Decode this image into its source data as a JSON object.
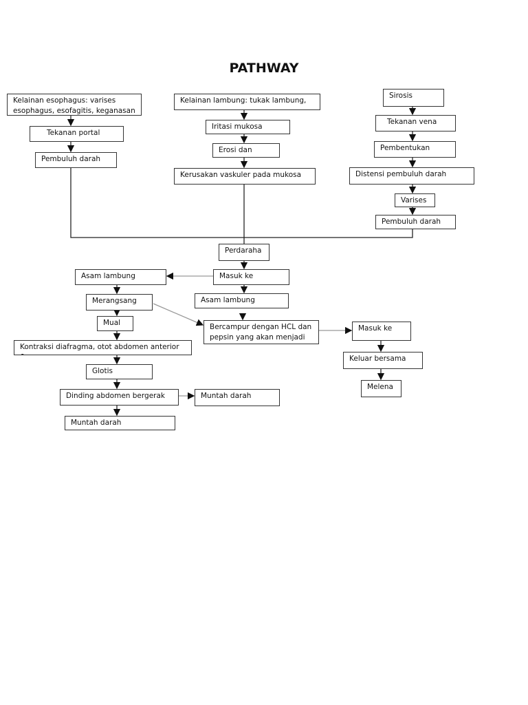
{
  "title": "PATHWAY",
  "nodes": {
    "esophagus": "Kelainan esophagus: varises esophagus, esofagitis, keganasan",
    "tekanan_portal": "Tekanan portal",
    "pembuluh_kiri": "Pembuluh darah",
    "lambung": "Kelainan lambung: tukak lambung,",
    "iritasi": "Iritasi mukosa",
    "erosi": "Erosi dan",
    "kerusakan": "Kerusakan vaskuler pada mukosa",
    "sirosis": "Sirosis",
    "tekanan_vena": "Tekanan vena",
    "pembentukan": "Pembentukan",
    "distensi": "Distensi pembuluh darah",
    "varises": "Varises",
    "pembuluh_kanan": "Pembuluh darah",
    "perdarahan": "Perdaraha",
    "masuk_ke": "Masuk ke",
    "asam_kiri": "Asam lambung",
    "merangsang": "Merangsang",
    "asam_kanan": "Asam lambung",
    "mual": "Mual",
    "bercampur": "Bercampur dengan HCL dan pepsin yang akan menjadi",
    "masuk_usus": "Masuk ke",
    "kontraksi": "Kontraksi diafragma, otot abdomen anterior &",
    "keluar": "Keluar bersama",
    "glotis": "Glotis",
    "melena": "Melena",
    "dinding": "Dinding abdomen bergerak",
    "muntah_kanan": "Muntah darah",
    "muntah_bawah": "Muntah darah"
  }
}
